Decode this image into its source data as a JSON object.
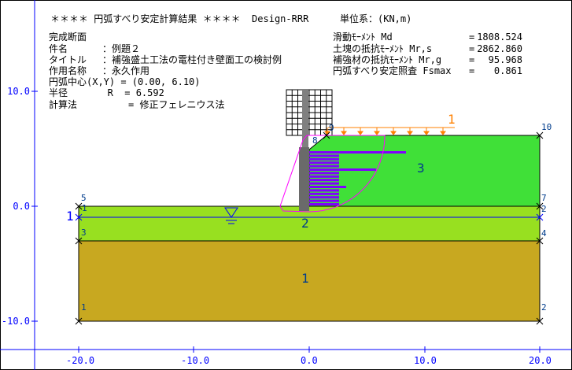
{
  "header": {
    "title": "＊＊＊＊ 円弧すべり安定計算結果 ＊＊＊＊  Design-RRR",
    "units": "単位系：(KN,m)"
  },
  "info": {
    "section": "完成断面",
    "rows": [
      {
        "label": "件名",
        "value": "：例題２"
      },
      {
        "label": "タイトル",
        "value": "：補強盛土工法の電柱付き壁面工の検討例"
      },
      {
        "label": "作用名称",
        "value": "：永久作用"
      }
    ],
    "center": "円弧中心(X,Y) = (0.00, 6.10)",
    "radius": "半径       R  = 6.592",
    "method": "計算法         = 修正フェレニウス法"
  },
  "results": [
    {
      "label": "滑動ﾓｰﾒﾝﾄ Md",
      "value": "1808.524"
    },
    {
      "label": "土塊の抵抗ﾓｰﾒﾝﾄ Mr,s",
      "value": "2862.860"
    },
    {
      "label": "補強材の抵抗ﾓｰﾒﾝﾄ Mr,g",
      "value": "95.968"
    },
    {
      "label": "円弧すべり安定照査 Fsmax",
      "value": "0.861"
    }
  ],
  "axes": {
    "x_ticks": [
      "-20.0",
      "-10.0",
      "0.0",
      "10.0",
      "20.0"
    ],
    "y_ticks": [
      "10.0",
      "0.0",
      "-10.0"
    ]
  },
  "layers": [
    {
      "label": "1",
      "color": "#c8a820"
    },
    {
      "label": "2",
      "color": "#98e020"
    },
    {
      "label": "3",
      "color": "#40e038"
    }
  ],
  "nodes": [
    "1",
    "2",
    "3",
    "4",
    "5",
    "1",
    "7",
    "2",
    "8",
    "9",
    "10"
  ],
  "water_level_label": "1",
  "load_label": "1",
  "colors": {
    "axis": "#0000ff",
    "slip_circle": "#ff00ff",
    "reinforcement": "#8000ff",
    "load": "#ff8000",
    "node_label": "#003c8c"
  }
}
